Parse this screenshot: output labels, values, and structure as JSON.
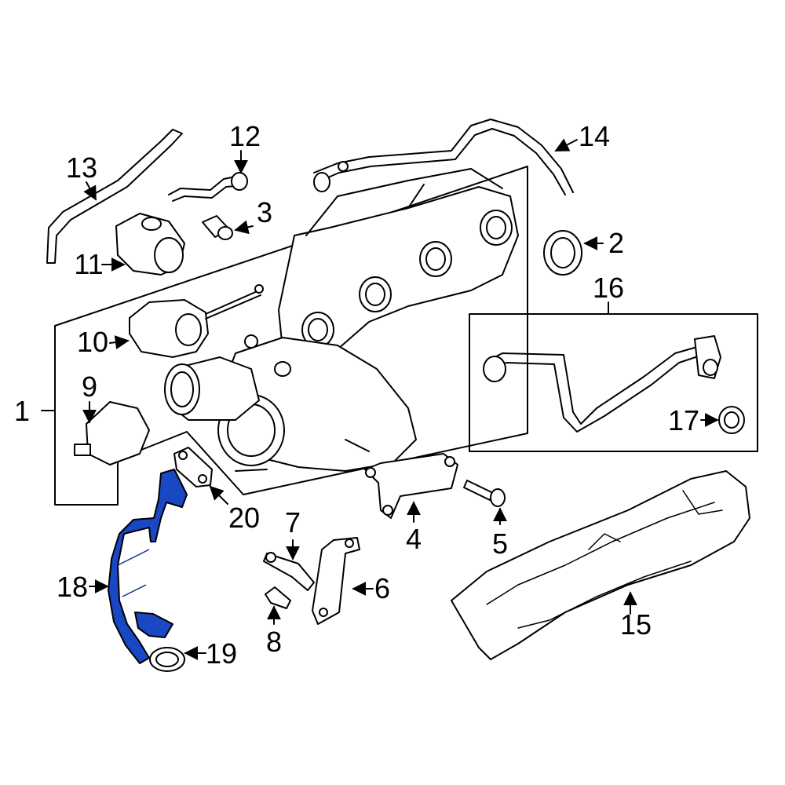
{
  "diagram": {
    "highlight_color": "#1a47c4",
    "callouts": [
      {
        "id": "1",
        "label": "1"
      },
      {
        "id": "2",
        "label": "2"
      },
      {
        "id": "3",
        "label": "3"
      },
      {
        "id": "4",
        "label": "4"
      },
      {
        "id": "5",
        "label": "5"
      },
      {
        "id": "6",
        "label": "6"
      },
      {
        "id": "7",
        "label": "7"
      },
      {
        "id": "8",
        "label": "8"
      },
      {
        "id": "9",
        "label": "9"
      },
      {
        "id": "10",
        "label": "10"
      },
      {
        "id": "11",
        "label": "11"
      },
      {
        "id": "12",
        "label": "12"
      },
      {
        "id": "13",
        "label": "13"
      },
      {
        "id": "14",
        "label": "14"
      },
      {
        "id": "15",
        "label": "15"
      },
      {
        "id": "16",
        "label": "16"
      },
      {
        "id": "17",
        "label": "17"
      },
      {
        "id": "18",
        "label": "18"
      },
      {
        "id": "19",
        "label": "19"
      },
      {
        "id": "20",
        "label": "20"
      }
    ]
  }
}
